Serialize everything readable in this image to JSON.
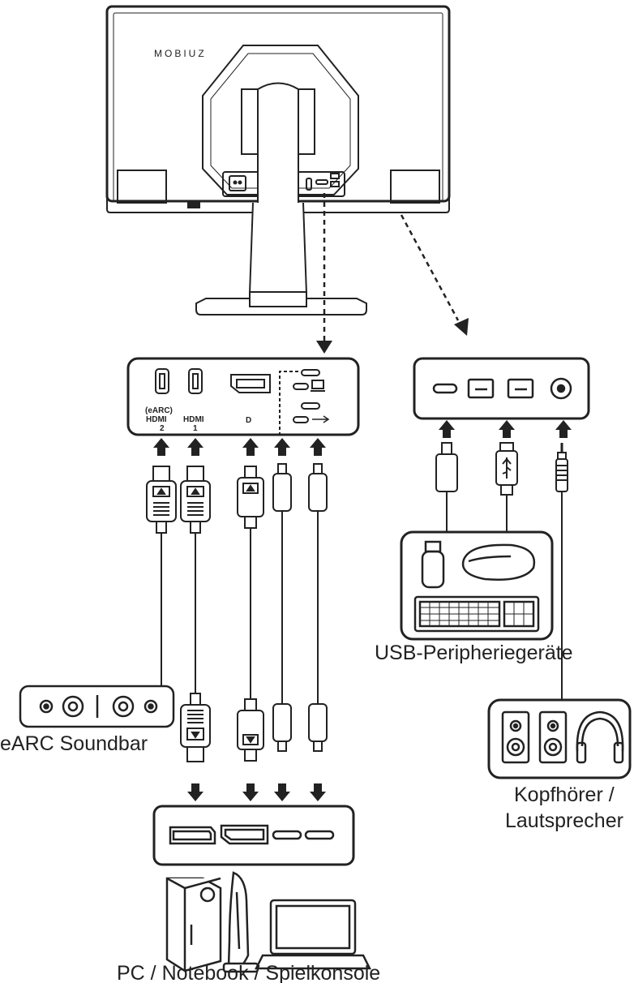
{
  "brand": {
    "logo_text": "MOBIUZ"
  },
  "port_labels": {
    "hdmi2_top": "(eARC)",
    "hdmi2_logo": "HDMI",
    "hdmi2_num": "2",
    "hdmi1_logo": "HDMI",
    "hdmi1_num": "1",
    "dp_logo": "D"
  },
  "labels": {
    "earc_soundbar": "eARC Soundbar",
    "usb_peripherals": "USB-Peripheriegeräte",
    "headphones_line1": "Kopfhörer /",
    "headphones_line2": "Lautsprecher",
    "sources": "PC / Notebook / Spielkonsole"
  },
  "colors": {
    "stroke": "#222222",
    "fill": "#ffffff"
  },
  "icons": [
    "monitor-back-icon",
    "hdmi-connector-icon",
    "displayport-connector-icon",
    "usb-c-connector-icon",
    "usb-a-connector-icon",
    "audio-jack-connector-icon",
    "soundbar-icon",
    "usb-stick-icon",
    "mouse-icon",
    "keyboard-icon",
    "speaker-icon",
    "headphones-icon",
    "game-console-icon",
    "laptop-icon"
  ]
}
